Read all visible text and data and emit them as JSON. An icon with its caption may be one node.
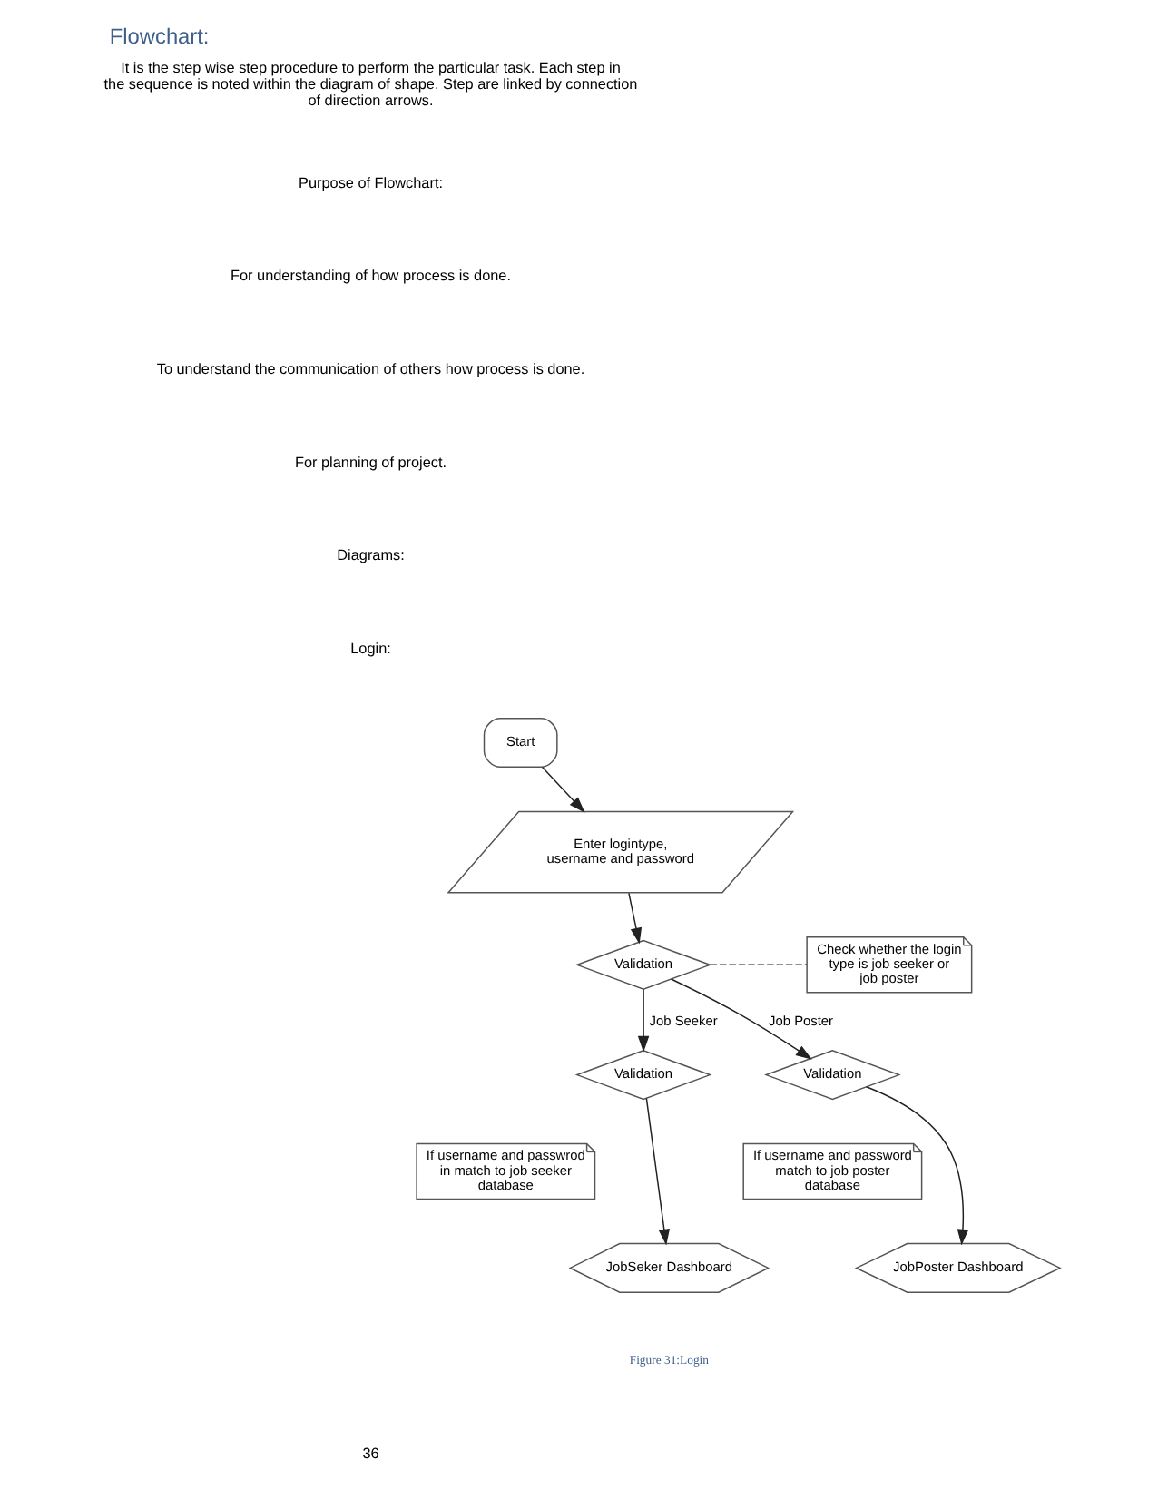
{
  "diagram": {
    "title": "Flowchart:",
    "caption": "Figure 31:Login",
    "nodes": [
      {
        "text": [
          "Start"
        ]
      },
      {
        "text": [
          "Enter logintype, username and password"
        ]
      },
      {
        "text": [
          "Validation"
        ]
      },
      {
        "text": [
          "Check whether the login type is job seeker or job poster"
        ]
      },
      {
        "text": [
          "Validation"
        ]
      },
      {
        "text": [
          "Validation"
        ]
      },
      {
        "text": [
          "If username and passwrod in match to job seeker database"
        ]
      },
      {
        "text": [
          "JobSeker Dashboard"
        ]
      },
      {
        "text": [
          "If username and password match to job poster database"
        ]
      },
      {
        "text": [
          "JobPoster Dashboard"
        ]
      }
    ],
    "edges": [
      {
        "from": 0,
        "to": 1,
        "arrow": "to"
      },
      {
        "from": 1,
        "to": 2,
        "arrow": "to"
      },
      {
        "from": 2,
        "to": 3,
        "arrow": "none",
        "style": "dashed"
      },
      {
        "from": 2,
        "to": 4,
        "arrow": "to",
        "label": "Job Seeker"
      },
      {
        "from": 2,
        "to": 5,
        "arrow": "to",
        "label": "Job Poster"
      },
      {
        "from": 4,
        "to": 7,
        "arrow": "to"
      },
      {
        "from": 5,
        "to": 9,
        "arrow": "to"
      }
    ],
    "labels": [
      "It is the step wise step procedure to perform the particular task. Each step in the sequence is noted within the diagram of shape. Step are linked by connection of direction arrows.",
      "Purpose of Flowchart:",
      "For understanding of how process is done.",
      "To understand the communication of others how process is done.",
      "For planning of project.",
      "Diagrams:",
      "Login:",
      "36"
    ]
  }
}
